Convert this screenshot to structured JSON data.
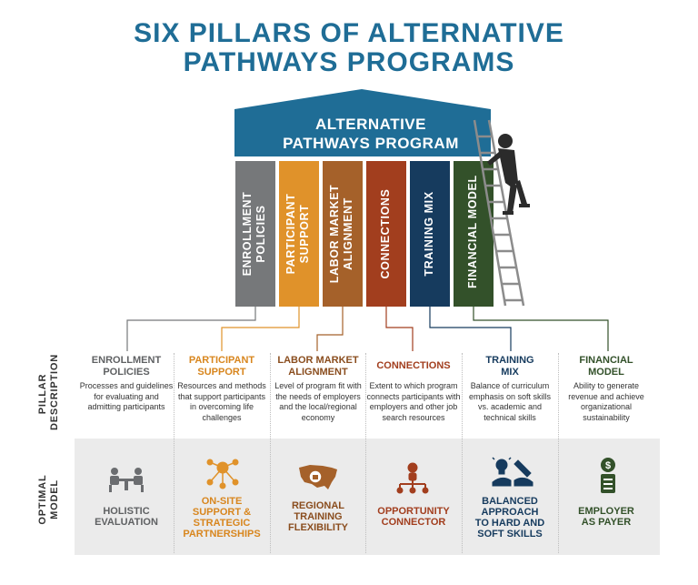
{
  "title": {
    "line1": "SIX PILLARS OF ALTERNATIVE",
    "line2": "PATHWAYS PROGRAMS"
  },
  "roof": {
    "line1": "ALTERNATIVE",
    "line2": "PATHWAYS PROGRAM"
  },
  "side_labels": {
    "pillar": "PILLAR\nDESCRIPTION",
    "model": "OPTIMAL\nMODEL"
  },
  "colors": {
    "gray": "#76787a",
    "orange": "#e0922a",
    "brown": "#a5612a",
    "rust": "#a23e1e",
    "navy": "#163b5e",
    "green": "#33512a",
    "roof": "#1f6d96"
  },
  "pillars": [
    {
      "label": "ENROLLMENT\nPOLICIES",
      "heading": "ENROLLMENT\nPOLICIES",
      "description": "Processes and guidelines for evaluating and admitting participants",
      "model": "HOLISTIC\nEVALUATION",
      "icon": "interview-table-icon"
    },
    {
      "label": "PARTICIPANT\nSUPPORT",
      "heading": "PARTICIPANT\nSUPPORT",
      "description": "Resources and methods that support participants in overcoming life challenges",
      "model": "ON-SITE\nSUPPORT &\nSTRATEGIC\nPARTNERSHIPS",
      "icon": "network-people-icon"
    },
    {
      "label": "LABOR MARKET\nALIGNMENT",
      "heading": "LABOR MARKET\nALIGNMENT",
      "description": "Level of program fit with the needs of employers and the local/regional economy",
      "model": "REGIONAL\nTRAINING\nFLEXIBILITY",
      "icon": "us-map-icon"
    },
    {
      "label": "CONNECTIONS",
      "heading": "CONNECTIONS",
      "description": "Extent to which program connects participants with employers and other job search resources",
      "model": "OPPORTUNITY\nCONNECTOR",
      "icon": "org-chart-icon"
    },
    {
      "label": "TRAINING MIX",
      "heading": "TRAINING\nMIX",
      "description": "Balance of curriculum emphasis on soft skills vs. academic and technical skills",
      "model": "BALANCED\nAPPROACH\nTO HARD AND\nSOFT SKILLS",
      "icon": "lightbulb-wrench-icon"
    },
    {
      "label": "FINANCIAL MODEL",
      "heading": "FINANCIAL\nMODEL",
      "description": "Ability to generate revenue and achieve organizational sustainability",
      "model": "EMPLOYER\nAS PAYER",
      "icon": "dollar-badge-icon"
    }
  ]
}
